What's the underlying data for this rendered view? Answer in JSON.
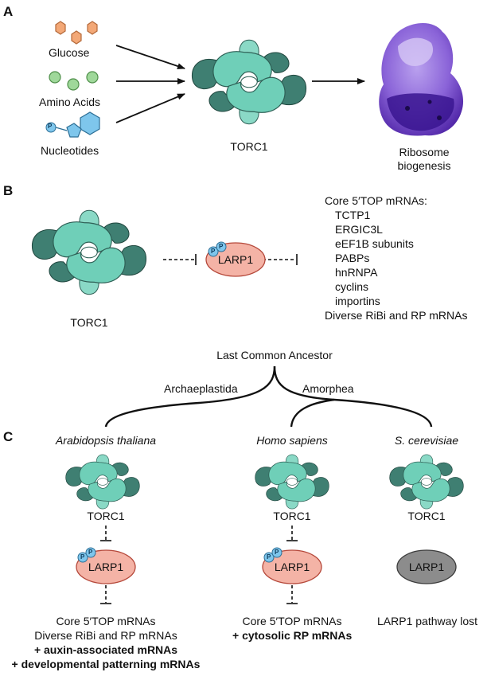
{
  "panels": {
    "a": "A",
    "b": "B",
    "c": "C"
  },
  "panel_a": {
    "inputs": [
      "Glucose",
      "Amino Acids",
      "Nucleotides"
    ],
    "complex": "TORC1",
    "output": [
      "Ribosome",
      "biogenesis"
    ],
    "phospho_label": "P"
  },
  "panel_b": {
    "complex": "TORC1",
    "protein": "LARP1",
    "phospho_label": "P",
    "targets_title": "Core 5′TOP mRNAs:",
    "targets": [
      "TCTP1",
      "ERGIC3L",
      "eEF1B subunits",
      "PABPs",
      "hnRNPA",
      "cyclins",
      "importins"
    ],
    "targets_footer": "Diverse RiBi and RP mRNAs"
  },
  "tree": {
    "root": "Last Common Ancestor",
    "left_branch": "Archaeplastida",
    "right_branch": "Amorphea"
  },
  "panel_c": {
    "species": [
      "Arabidopsis thaliana",
      "Homo sapiens",
      "S. cerevisiae"
    ],
    "complex": "TORC1",
    "protein": "LARP1",
    "phospho_label": "P",
    "arabidopsis_lines": [
      "Core 5′TOP mRNAs",
      "Diverse RiBi and RP mRNAs"
    ],
    "arabidopsis_bold": [
      "+ auxin-associated mRNAs",
      "+ developmental patterning mRNAs"
    ],
    "human_lines": [
      "Core 5′TOP mRNAs"
    ],
    "human_bold": [
      "+ cytosolic RP mRNAs"
    ],
    "yeast_lines": [
      "LARP1 pathway lost"
    ]
  },
  "colors": {
    "torc1_light": "#6fcfb8",
    "torc1_dark": "#3d7a6d",
    "larp1_active": "#f4b3a6",
    "larp1_lost": "#8c8c8c",
    "glucose": "#f3a877",
    "amino_acid": "#9fd89a",
    "nucleotide": "#7ec6ec",
    "ribosome": "#7a4fd0"
  }
}
